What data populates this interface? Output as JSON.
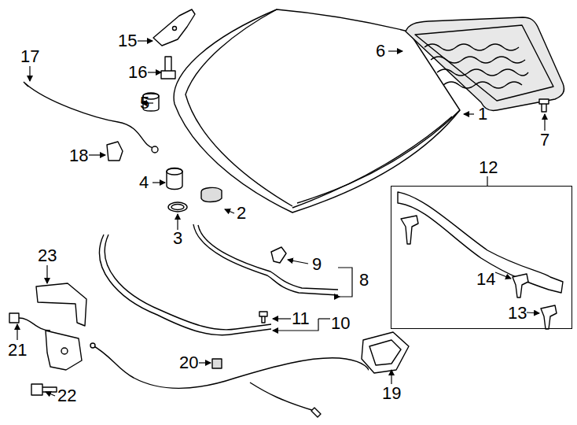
{
  "diagram": {
    "nodes": [
      {
        "text": [
          "12",
          "14",
          "13"
        ]
      }
    ],
    "labels": [
      "1",
      "2",
      "3",
      "4",
      "5",
      "6",
      "7",
      "8",
      "9",
      "10",
      "11",
      "15",
      "16",
      "17",
      "18",
      "19",
      "20",
      "21",
      "22",
      "23"
    ]
  }
}
